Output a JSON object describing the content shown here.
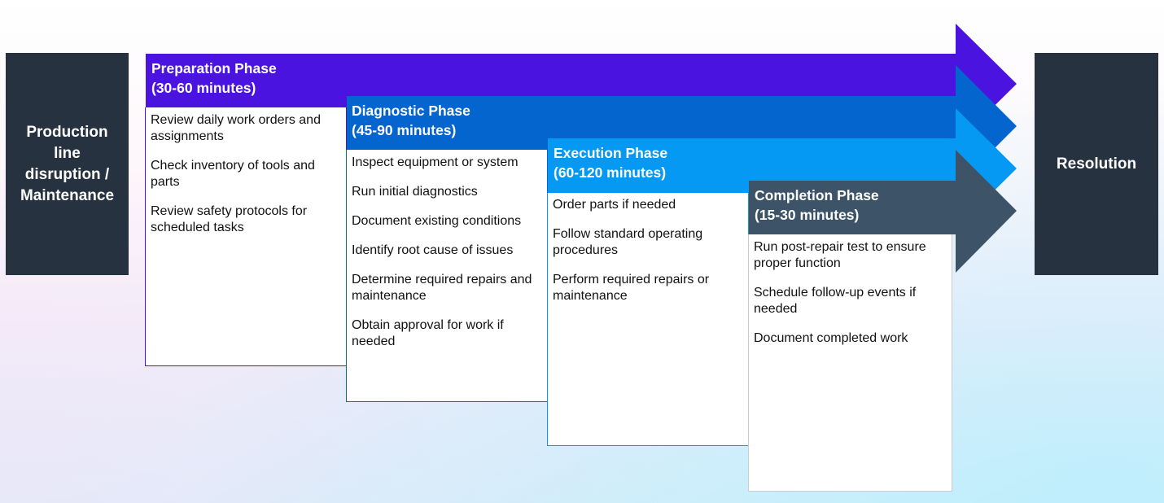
{
  "start_label": "Production line disruption / Maintenance",
  "end_label": "Resolution",
  "colors": {
    "preparation": "#4b13df",
    "diagnostic": "#0565cf",
    "execution": "#0699f3",
    "completion": "#3d5468",
    "dark_box": "#263240"
  },
  "phases": [
    {
      "name": "Preparation Phase",
      "duration": "(30-60 minutes)",
      "tasks": [
        "Review daily work orders and assignments",
        "Check inventory of tools and parts",
        "Review safety protocols for scheduled tasks"
      ]
    },
    {
      "name": "Diagnostic Phase",
      "duration": "(45-90 minutes)",
      "tasks": [
        "Inspect equipment or system",
        "Run initial diagnostics",
        "Document existing conditions",
        "Identify root cause of issues",
        "Determine required repairs and maintenance",
        "Obtain approval for work if needed"
      ]
    },
    {
      "name": "Execution Phase",
      "duration": "(60-120 minutes)",
      "tasks": [
        "Order parts if needed",
        "Follow standard operating procedures",
        "Perform required repairs or maintenance"
      ]
    },
    {
      "name": "Completion Phase",
      "duration": "(15-30 minutes)",
      "tasks": [
        "Run post-repair test to ensure proper function",
        "Schedule follow-up events if needed",
        "Document completed work"
      ]
    }
  ]
}
